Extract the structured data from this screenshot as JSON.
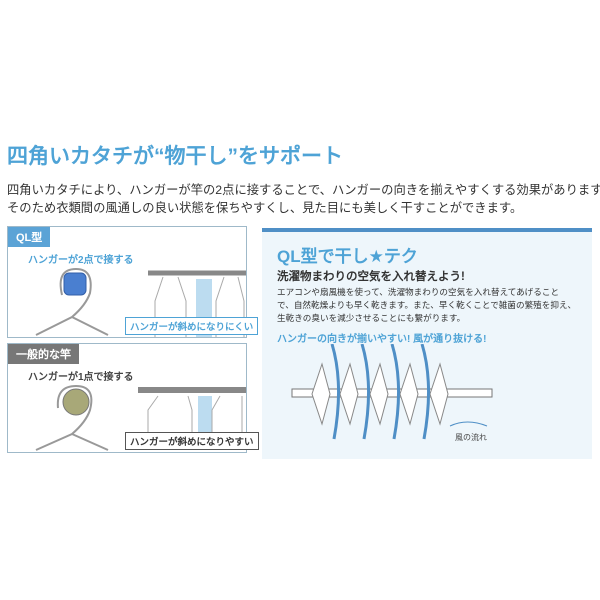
{
  "heading": "四角いカタチが“物干し”をサポート",
  "intro": [
    "四角いカタチにより、ハンガーが竿の2点に接することで、ハンガーの向きを揃えやすくする効果があります。",
    "そのため衣類間の風通しの良い状態を保ちやすくし、見た目にも美しく干すことができます。"
  ],
  "ql_panel": {
    "tag": "QL型",
    "callout": "ハンガーが2点で接する",
    "note": "ハンガーが斜めになりにくい"
  },
  "general_panel": {
    "tag": "一般的な竿",
    "callout": "ハンガーが1点で接する",
    "note": "ハンガーが斜めになりやすい"
  },
  "tips": {
    "title": "QL型で干し★テク",
    "subtitle": "洗濯物まわりの空気を入れ替えよう!",
    "body": [
      "エアコンや扇風機を使って、洗濯物まわりの空気を入れ替えてあげること",
      "で、自然乾燥よりも早く乾きます。また、早く乾くことで雑菌の繁殖を抑え、",
      "生乾きの臭いを減少させることにも繋がります。"
    ],
    "highlight": "ハンガーの向きが揃いやすい! 風が通り抜ける!",
    "wind_label": "風の流れ"
  },
  "colors": {
    "accent": "#4ea3d6",
    "tips_bar": "#4f8fc6",
    "tips_bg": "#eef6fb",
    "square_pipe": "#4a7fd0",
    "round_pipe": "#a8a878"
  }
}
